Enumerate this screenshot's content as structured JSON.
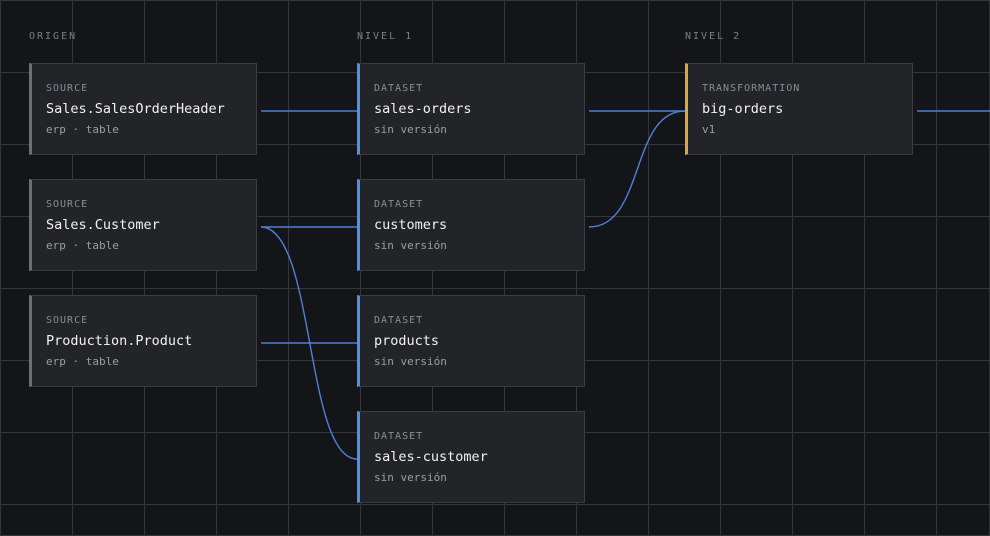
{
  "columns": {
    "origen": "ORIGEN",
    "nivel1": "NIVEL 1",
    "nivel2": "NIVEL 2"
  },
  "nodes": {
    "src_orders": {
      "kind": "SOURCE",
      "title": "Sales.SalesOrderHeader",
      "meta": "erp · table"
    },
    "src_customer": {
      "kind": "SOURCE",
      "title": "Sales.Customer",
      "meta": "erp · table"
    },
    "src_product": {
      "kind": "SOURCE",
      "title": "Production.Product",
      "meta": "erp · table"
    },
    "ds_orders": {
      "kind": "DATASET",
      "title": "sales-orders",
      "meta": "sin versión"
    },
    "ds_customers": {
      "kind": "DATASET",
      "title": "customers",
      "meta": "sin versión"
    },
    "ds_products": {
      "kind": "DATASET",
      "title": "products",
      "meta": "sin versión"
    },
    "ds_sales_customer": {
      "kind": "DATASET",
      "title": "sales-customer",
      "meta": "sin versión"
    },
    "tr_big_orders": {
      "kind": "TRANSFORMATION",
      "title": "big-orders",
      "meta": "v1"
    }
  },
  "colors": {
    "source_accent": "#6b6e75",
    "dataset_accent": "#4f8ff0",
    "transformation_accent": "#e3a53b",
    "edge": "#4f7fd6"
  },
  "edges": [
    {
      "from": "src_orders",
      "to": "ds_orders"
    },
    {
      "from": "src_customer",
      "to": "ds_customers"
    },
    {
      "from": "src_customer",
      "to": "ds_sales_customer"
    },
    {
      "from": "src_product",
      "to": "ds_products"
    },
    {
      "from": "ds_orders",
      "to": "tr_big_orders"
    },
    {
      "from": "ds_customers",
      "to": "tr_big_orders"
    },
    {
      "from": "tr_big_orders",
      "to": "offscreen"
    }
  ]
}
